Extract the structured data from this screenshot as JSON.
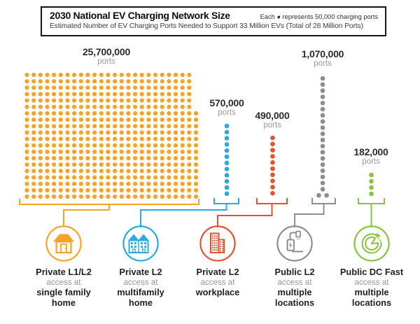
{
  "header": {
    "title": "2030 National EV Charging Network Size",
    "legend": "Each ● represents 50,000 charging ports",
    "subtitle": "Estimated Number of EV Charging Ports Needed to Support 33 Million EVs (Total of 28 Million Ports)"
  },
  "chart_data": {
    "type": "pictograph",
    "title": "2030 National EV Charging Network Size",
    "subtitle": "Estimated Number of EV Charging Ports Needed to Support 33 Million EVs (Total of 28 Million Ports)",
    "unit_per_dot": 50000,
    "units_label": "ports",
    "total_ports": 28000000,
    "series": [
      {
        "category": "Private L1/L2 access at single family home",
        "value": 25700000,
        "value_label": "25,700,000",
        "dots": 514,
        "color": "#F5A329",
        "icon": "single-family-home",
        "label_lines": [
          "Private L1/L2",
          "access at",
          "single family",
          "home"
        ]
      },
      {
        "category": "Private L2 access at multifamily home",
        "value": 570000,
        "value_label": "570,000",
        "dots": 12,
        "color": "#2BA9E1",
        "icon": "multifamily-home",
        "label_lines": [
          "Private L2",
          "access at",
          "multifamily",
          "home"
        ]
      },
      {
        "category": "Private L2 access at workplace",
        "value": 490000,
        "value_label": "490,000",
        "dots": 10,
        "color": "#E1532D",
        "icon": "workplace-buildings",
        "label_lines": [
          "Private L2",
          "access at",
          "workplace"
        ]
      },
      {
        "category": "Public L2 access at multiple locations",
        "value": 1070000,
        "value_label": "1,070,000",
        "dots": 21,
        "color": "#8E8E90",
        "icon": "public-charging-station",
        "label_lines": [
          "Public L2",
          "access at",
          "multiple",
          "locations"
        ]
      },
      {
        "category": "Public DC Fast access at multiple locations",
        "value": 182000,
        "value_label": "182,000",
        "dots": 4,
        "color": "#86C440",
        "icon": "dc-fast-gauge",
        "label_lines": [
          "Public DC Fast",
          "access at",
          "multiple",
          "locations"
        ]
      }
    ],
    "grid_layout": {
      "columns": 26,
      "rows": 20,
      "missing_top_right": 6
    }
  }
}
